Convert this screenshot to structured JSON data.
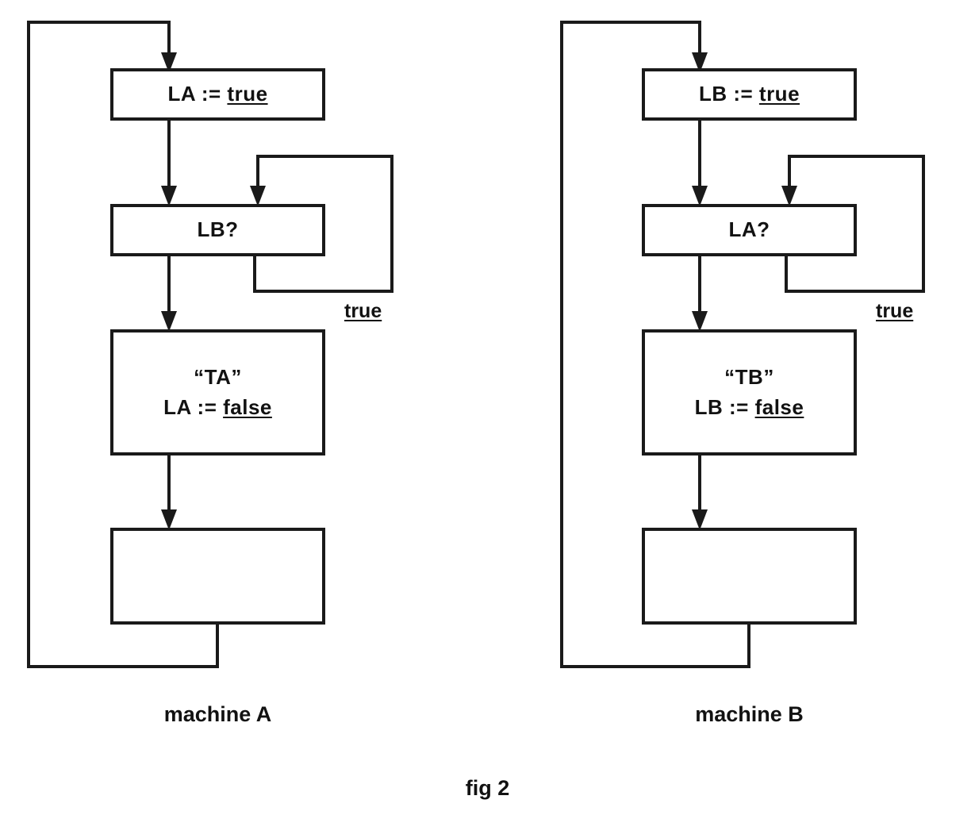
{
  "figure": {
    "caption": "fig 2"
  },
  "machines": [
    {
      "id": "machine-a",
      "caption": "machine A",
      "boxes": [
        {
          "id": "set-flag",
          "lines": [
            {
              "pre": "LA := ",
              "kw": "true"
            }
          ]
        },
        {
          "id": "test-flag",
          "lines": [
            {
              "pre": "LB?",
              "kw": ""
            }
          ]
        },
        {
          "id": "critical-section",
          "lines": [
            {
              "pre": "“TA”",
              "kw": ""
            },
            {
              "pre": "LA := ",
              "kw": "false"
            }
          ]
        },
        {
          "id": "remainder",
          "lines": []
        }
      ],
      "edge_labels": [
        {
          "id": "loop-true",
          "text": "true"
        }
      ]
    },
    {
      "id": "machine-b",
      "caption": "machine B",
      "boxes": [
        {
          "id": "set-flag",
          "lines": [
            {
              "pre": "LB := ",
              "kw": "true"
            }
          ]
        },
        {
          "id": "test-flag",
          "lines": [
            {
              "pre": "LA?",
              "kw": ""
            }
          ]
        },
        {
          "id": "critical-section",
          "lines": [
            {
              "pre": "“TB”",
              "kw": ""
            },
            {
              "pre": "LB := ",
              "kw": "false"
            }
          ]
        },
        {
          "id": "remainder",
          "lines": []
        }
      ],
      "edge_labels": [
        {
          "id": "loop-true",
          "text": "true"
        }
      ]
    }
  ],
  "colors": {
    "stroke": "#1a1a1a",
    "text": "#121212",
    "background": "#ffffff"
  }
}
